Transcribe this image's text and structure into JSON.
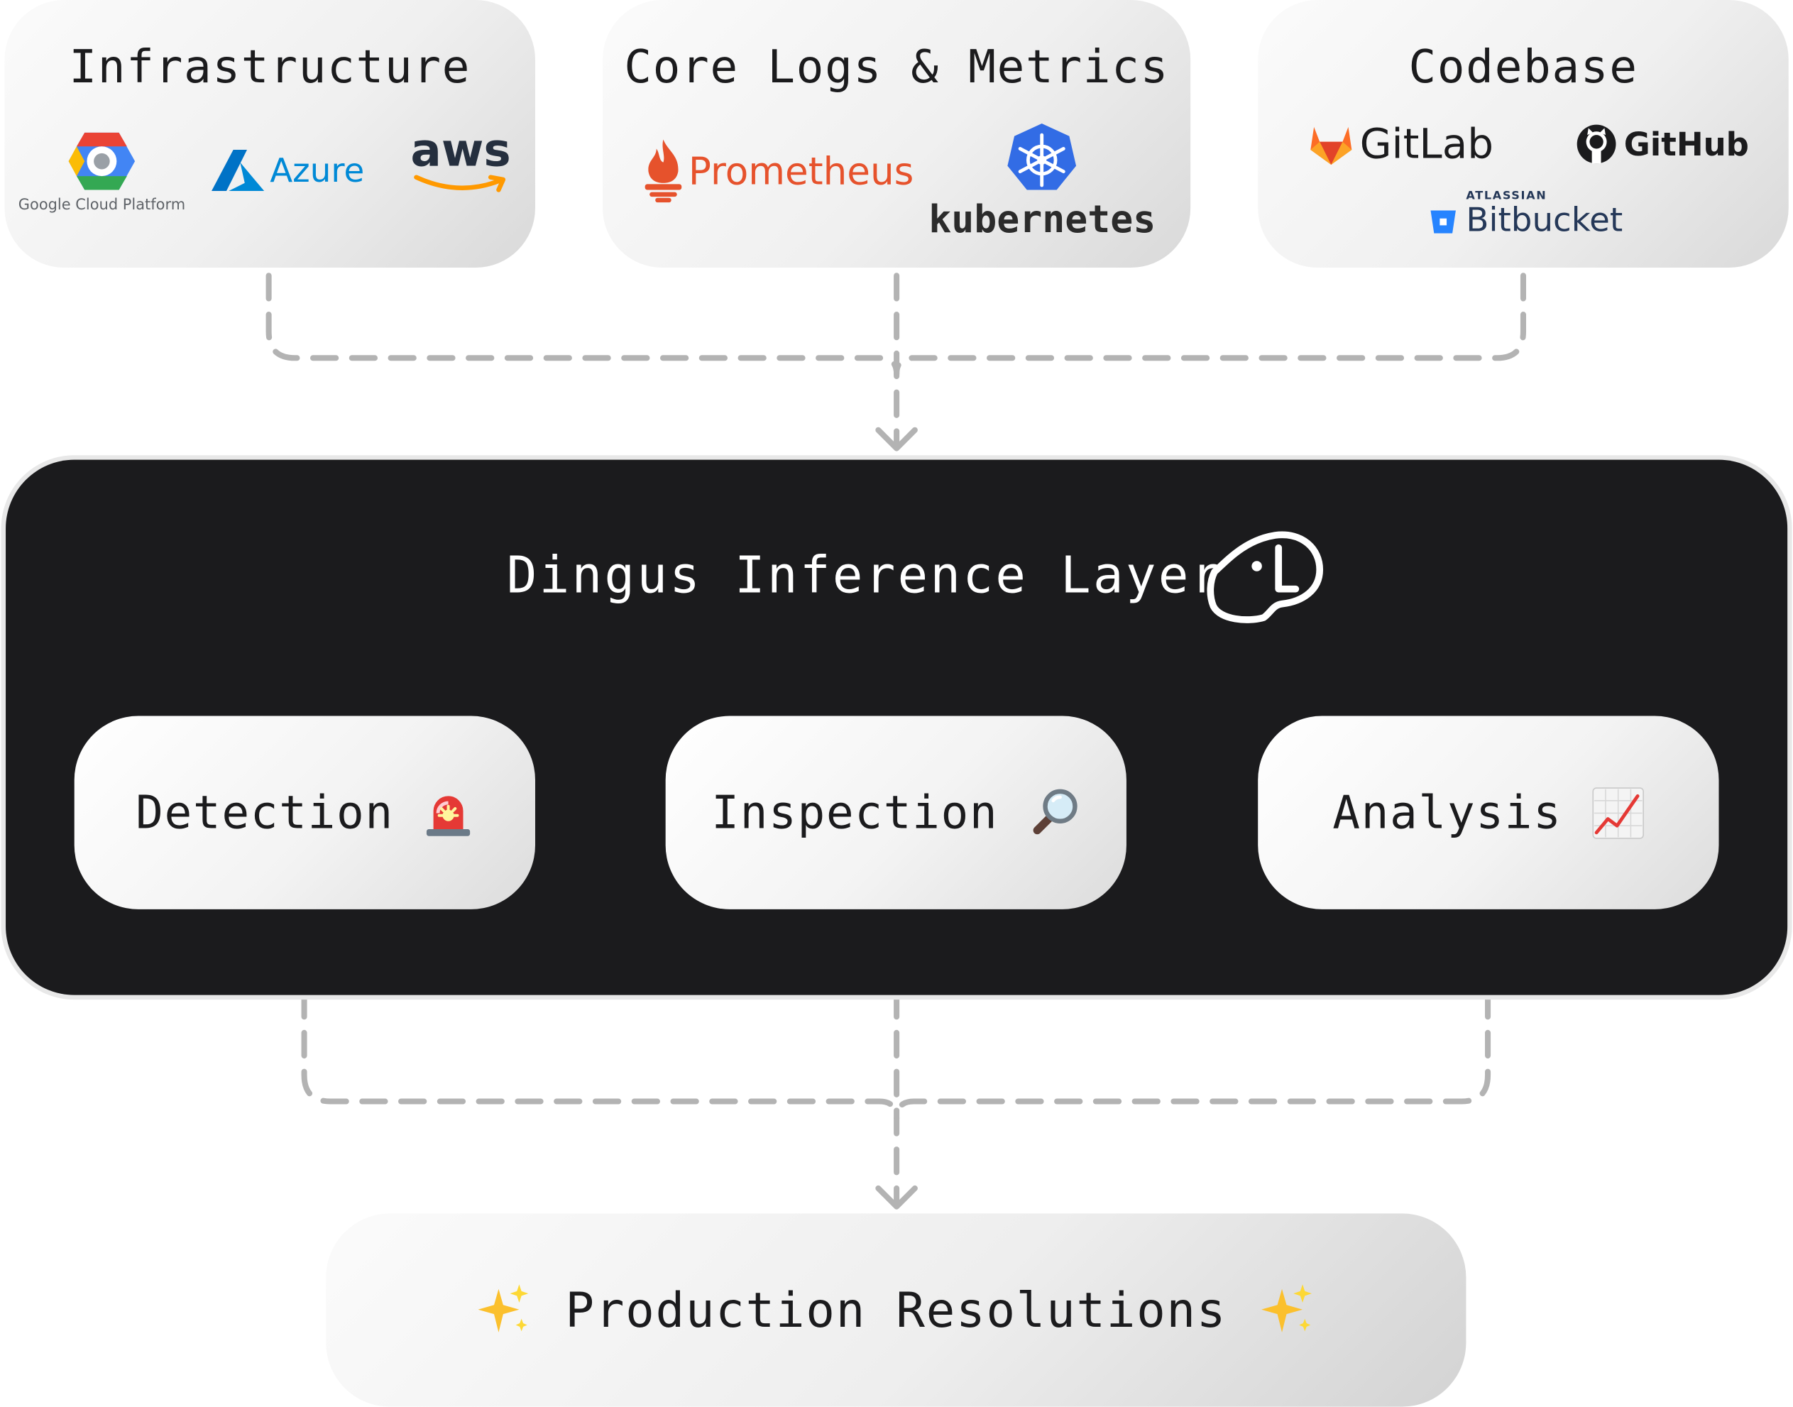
{
  "sources": {
    "infrastructure": {
      "title": "Infrastructure",
      "logos": [
        {
          "name": "Google Cloud Platform",
          "icon": "gcp-hexagon-icon",
          "color": "#4285F4"
        },
        {
          "name": "Azure",
          "icon": "azure-a-icon",
          "color": "#0089D6"
        },
        {
          "name": "aws",
          "icon": "aws-smile-icon",
          "color": "#FF9900"
        }
      ]
    },
    "core_logs_metrics": {
      "title": "Core Logs & Metrics",
      "logos": [
        {
          "name": "Prometheus",
          "icon": "prometheus-torch-icon",
          "color": "#E6522C"
        },
        {
          "name": "kubernetes",
          "icon": "kubernetes-helm-icon",
          "color": "#326CE5"
        }
      ]
    },
    "codebase": {
      "title": "Codebase",
      "logos": [
        {
          "name": "GitLab",
          "icon": "gitlab-fox-icon",
          "color": "#FC6D26"
        },
        {
          "name": "GitHub",
          "icon": "github-octocat-icon",
          "color": "#1b1b1d"
        },
        {
          "name": "Bitbucket",
          "prefix": "ATLASSIAN",
          "icon": "bitbucket-bucket-icon",
          "color": "#2684FF"
        }
      ]
    }
  },
  "inference_layer": {
    "title": "Dingus Inference Layer",
    "logo_icon": "dingus-dog-icon",
    "stages": [
      {
        "label": "Detection",
        "icon": "rotating-light-icon"
      },
      {
        "label": "Inspection",
        "icon": "magnifying-glass-icon"
      },
      {
        "label": "Analysis",
        "icon": "chart-increasing-icon"
      }
    ]
  },
  "result": {
    "label": "Production Resolutions",
    "icon": "sparkles-icon"
  },
  "colors": {
    "layer_background": "#1b1b1d",
    "connector": "#b3b3b3"
  }
}
